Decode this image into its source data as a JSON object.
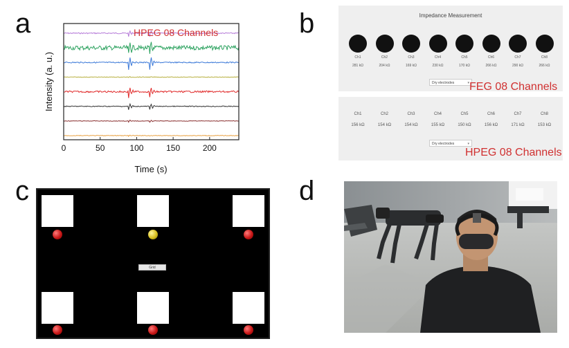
{
  "panel_labels": {
    "a": "a",
    "b": "b",
    "c": "c",
    "d": "d"
  },
  "chart_data": {
    "type": "line",
    "title": "",
    "xlabel": "Time (s)",
    "ylabel": "Intensity (a. u.)",
    "xlim": [
      0,
      240
    ],
    "xticks": [
      0,
      50,
      100,
      150,
      200
    ],
    "y_ticks_shown": false,
    "grid": false,
    "annotation": "HPEG 08 Channels",
    "event_markers_s": [
      88,
      117
    ],
    "series": [
      {
        "color": "#b57ad8",
        "noise": 0.4,
        "spike": 1.2
      },
      {
        "color": "#2ca25f",
        "noise": 1.6,
        "spike": 2.8
      },
      {
        "color": "#3a78d8",
        "noise": 0.4,
        "spike": 3.0
      },
      {
        "color": "#b8b040",
        "noise": 0.2,
        "spike": 0.2
      },
      {
        "color": "#e02828",
        "noise": 0.6,
        "spike": 2.4
      },
      {
        "color": "#333333",
        "noise": 0.3,
        "spike": 1.4
      },
      {
        "color": "#8a3030",
        "noise": 0.2,
        "spike": 0.5
      },
      {
        "color": "#e8a040",
        "noise": 0.2,
        "spike": 0.2
      }
    ]
  },
  "impedance": {
    "title": "Impedance Measurement",
    "feg": {
      "label": "FEG 08 Channels",
      "select": "Dry electrodes",
      "channels": [
        {
          "name": "Ch1",
          "value": "281 kΩ"
        },
        {
          "name": "Ch2",
          "value": "204 kΩ"
        },
        {
          "name": "Ch3",
          "value": "169 kΩ"
        },
        {
          "name": "Ch4",
          "value": "230 kΩ"
        },
        {
          "name": "Ch5",
          "value": "170 kΩ"
        },
        {
          "name": "Ch6",
          "value": "266 kΩ"
        },
        {
          "name": "Ch7",
          "value": "290 kΩ"
        },
        {
          "name": "Ch8",
          "value": "266 kΩ"
        }
      ]
    },
    "hpeg": {
      "label": "HPEG 08 Channels",
      "select": "Dry electrodes",
      "channels": [
        {
          "name": "Ch1",
          "value": "156 kΩ"
        },
        {
          "name": "Ch2",
          "value": "154 kΩ"
        },
        {
          "name": "Ch3",
          "value": "154 kΩ"
        },
        {
          "name": "Ch4",
          "value": "155 kΩ"
        },
        {
          "name": "Ch5",
          "value": "150 kΩ"
        },
        {
          "name": "Ch6",
          "value": "156 kΩ"
        },
        {
          "name": "Ch7",
          "value": "171 kΩ"
        },
        {
          "name": "Ch8",
          "value": "153 kΩ"
        }
      ]
    }
  },
  "game": {
    "button_label": "Grid",
    "ball_colors": [
      "red",
      "yellow",
      "red",
      "red",
      "red",
      "red"
    ],
    "colors": {
      "red": "#c81818",
      "yellow": "#d8c020"
    }
  },
  "photo": {
    "icon": "robot-dog-user-photo"
  }
}
